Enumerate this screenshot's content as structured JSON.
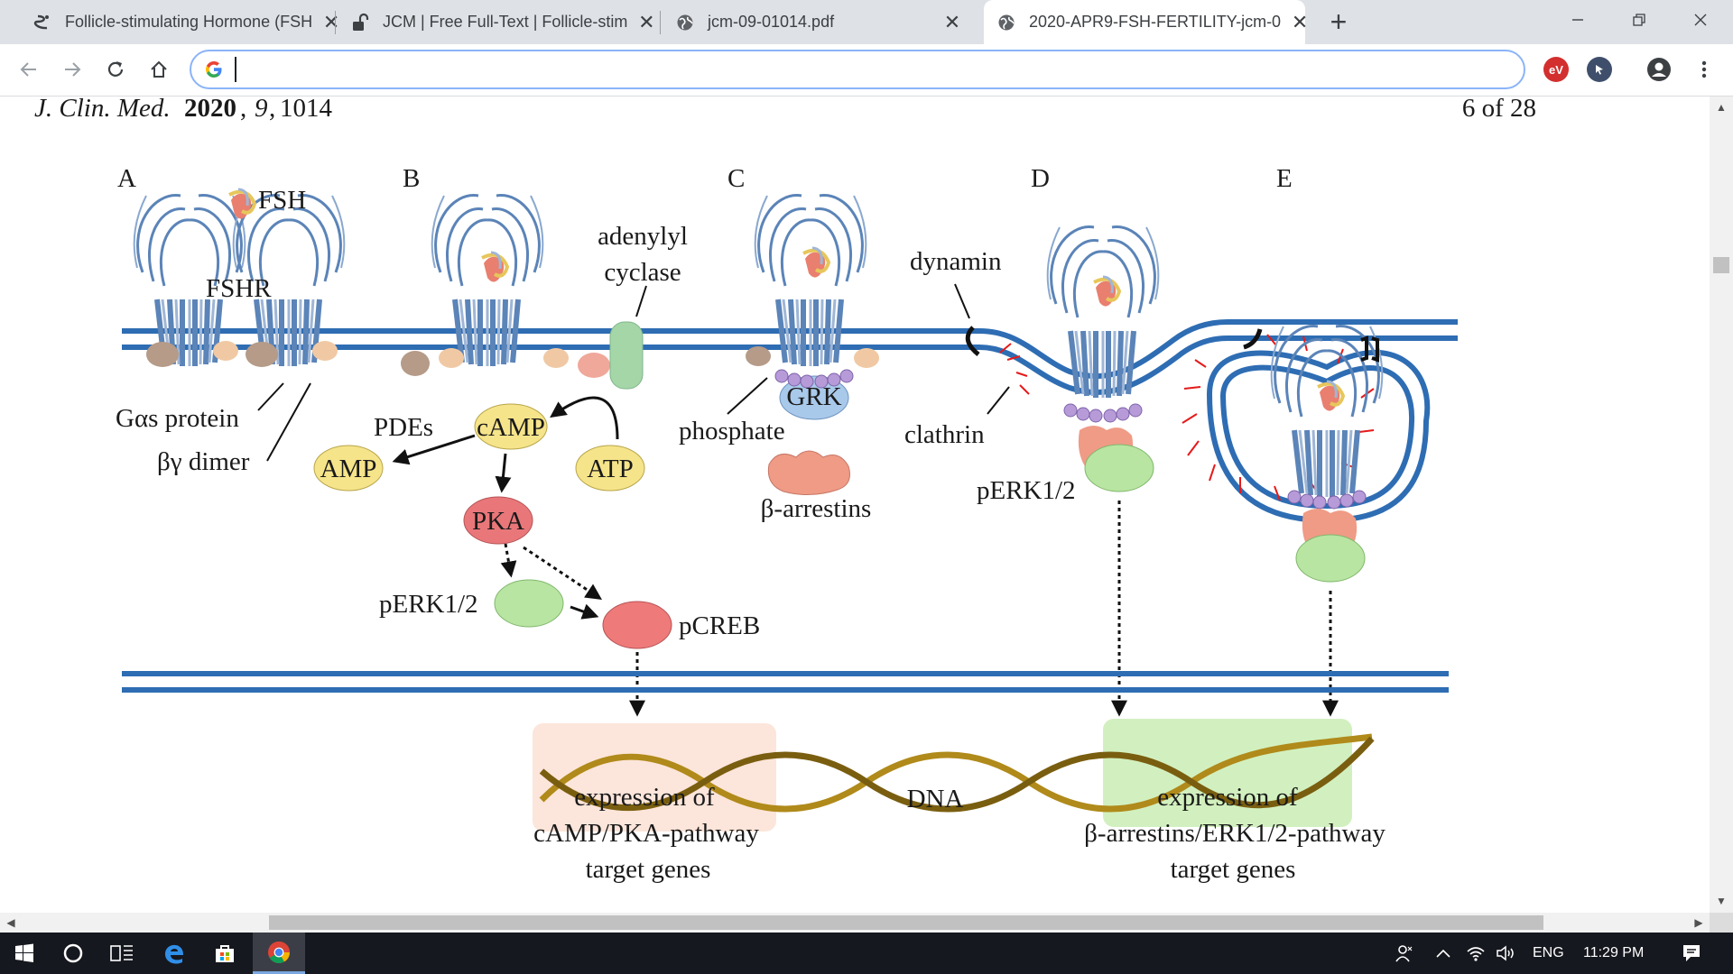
{
  "browser": {
    "tabs": [
      {
        "title": "Follicle-stimulating Hormone (FSH",
        "favicon": "ncbi-icon"
      },
      {
        "title": "JCM | Free Full-Text | Follicle-stim",
        "favicon": "lock-open-icon"
      },
      {
        "title": "jcm-09-01014.pdf",
        "favicon": "globe-icon"
      },
      {
        "title": "2020-APR9-FSH-FERTILITY-jcm-0",
        "favicon": "globe-icon",
        "active": true
      }
    ],
    "new_tab_label": "+",
    "address": {
      "value": "",
      "placeholder": ""
    }
  },
  "document": {
    "journal": "J. Clin. Med.",
    "year": "2020",
    "volume": "9",
    "article": "1014",
    "page_indicator": "6 of 28",
    "figure": {
      "panels": [
        "A",
        "B",
        "C",
        "D",
        "E"
      ],
      "labels": {
        "fsh": "FSH",
        "fshr": "FSHR",
        "gas_protein": "Gαs protein",
        "by_dimer": "βγ dimer",
        "adenylyl": "adenylyl",
        "cyclase": "cyclase",
        "pdes": "PDEs",
        "camp": "cAMP",
        "amp": "AMP",
        "atp": "ATP",
        "pka": "PKA",
        "perk_b": "pERK1/2",
        "pcreb": "pCREB",
        "grk": "GRK",
        "phosphate": "phosphate",
        "b_arrestins": "β-arrestins",
        "dynamin": "dynamin",
        "clathrin": "clathrin",
        "perk_d": "pERK1/2",
        "dna": "DNA",
        "expr_left_1": "expression of",
        "expr_left_2": "cAMP/PKA-pathway",
        "expr_left_3": "target genes",
        "expr_right_1": "expression of",
        "expr_right_2": "β-arrestins/ERK1/2-pathway",
        "expr_right_3": "target genes"
      }
    }
  },
  "taskbar": {
    "language": "ENG",
    "time": "11:29 PM"
  },
  "colors": {
    "membrane": "#2e6db3",
    "receptor": "#5b84b8",
    "camp": "#f6e48a",
    "pka": "#e9777a",
    "perk": "#b8e5a2",
    "grk": "#a9c9ea",
    "arrestin": "#ef9b86",
    "clathrin": "#e51a1a",
    "dna": "#b08a1a",
    "adenylyl": "#a5d6a7"
  }
}
